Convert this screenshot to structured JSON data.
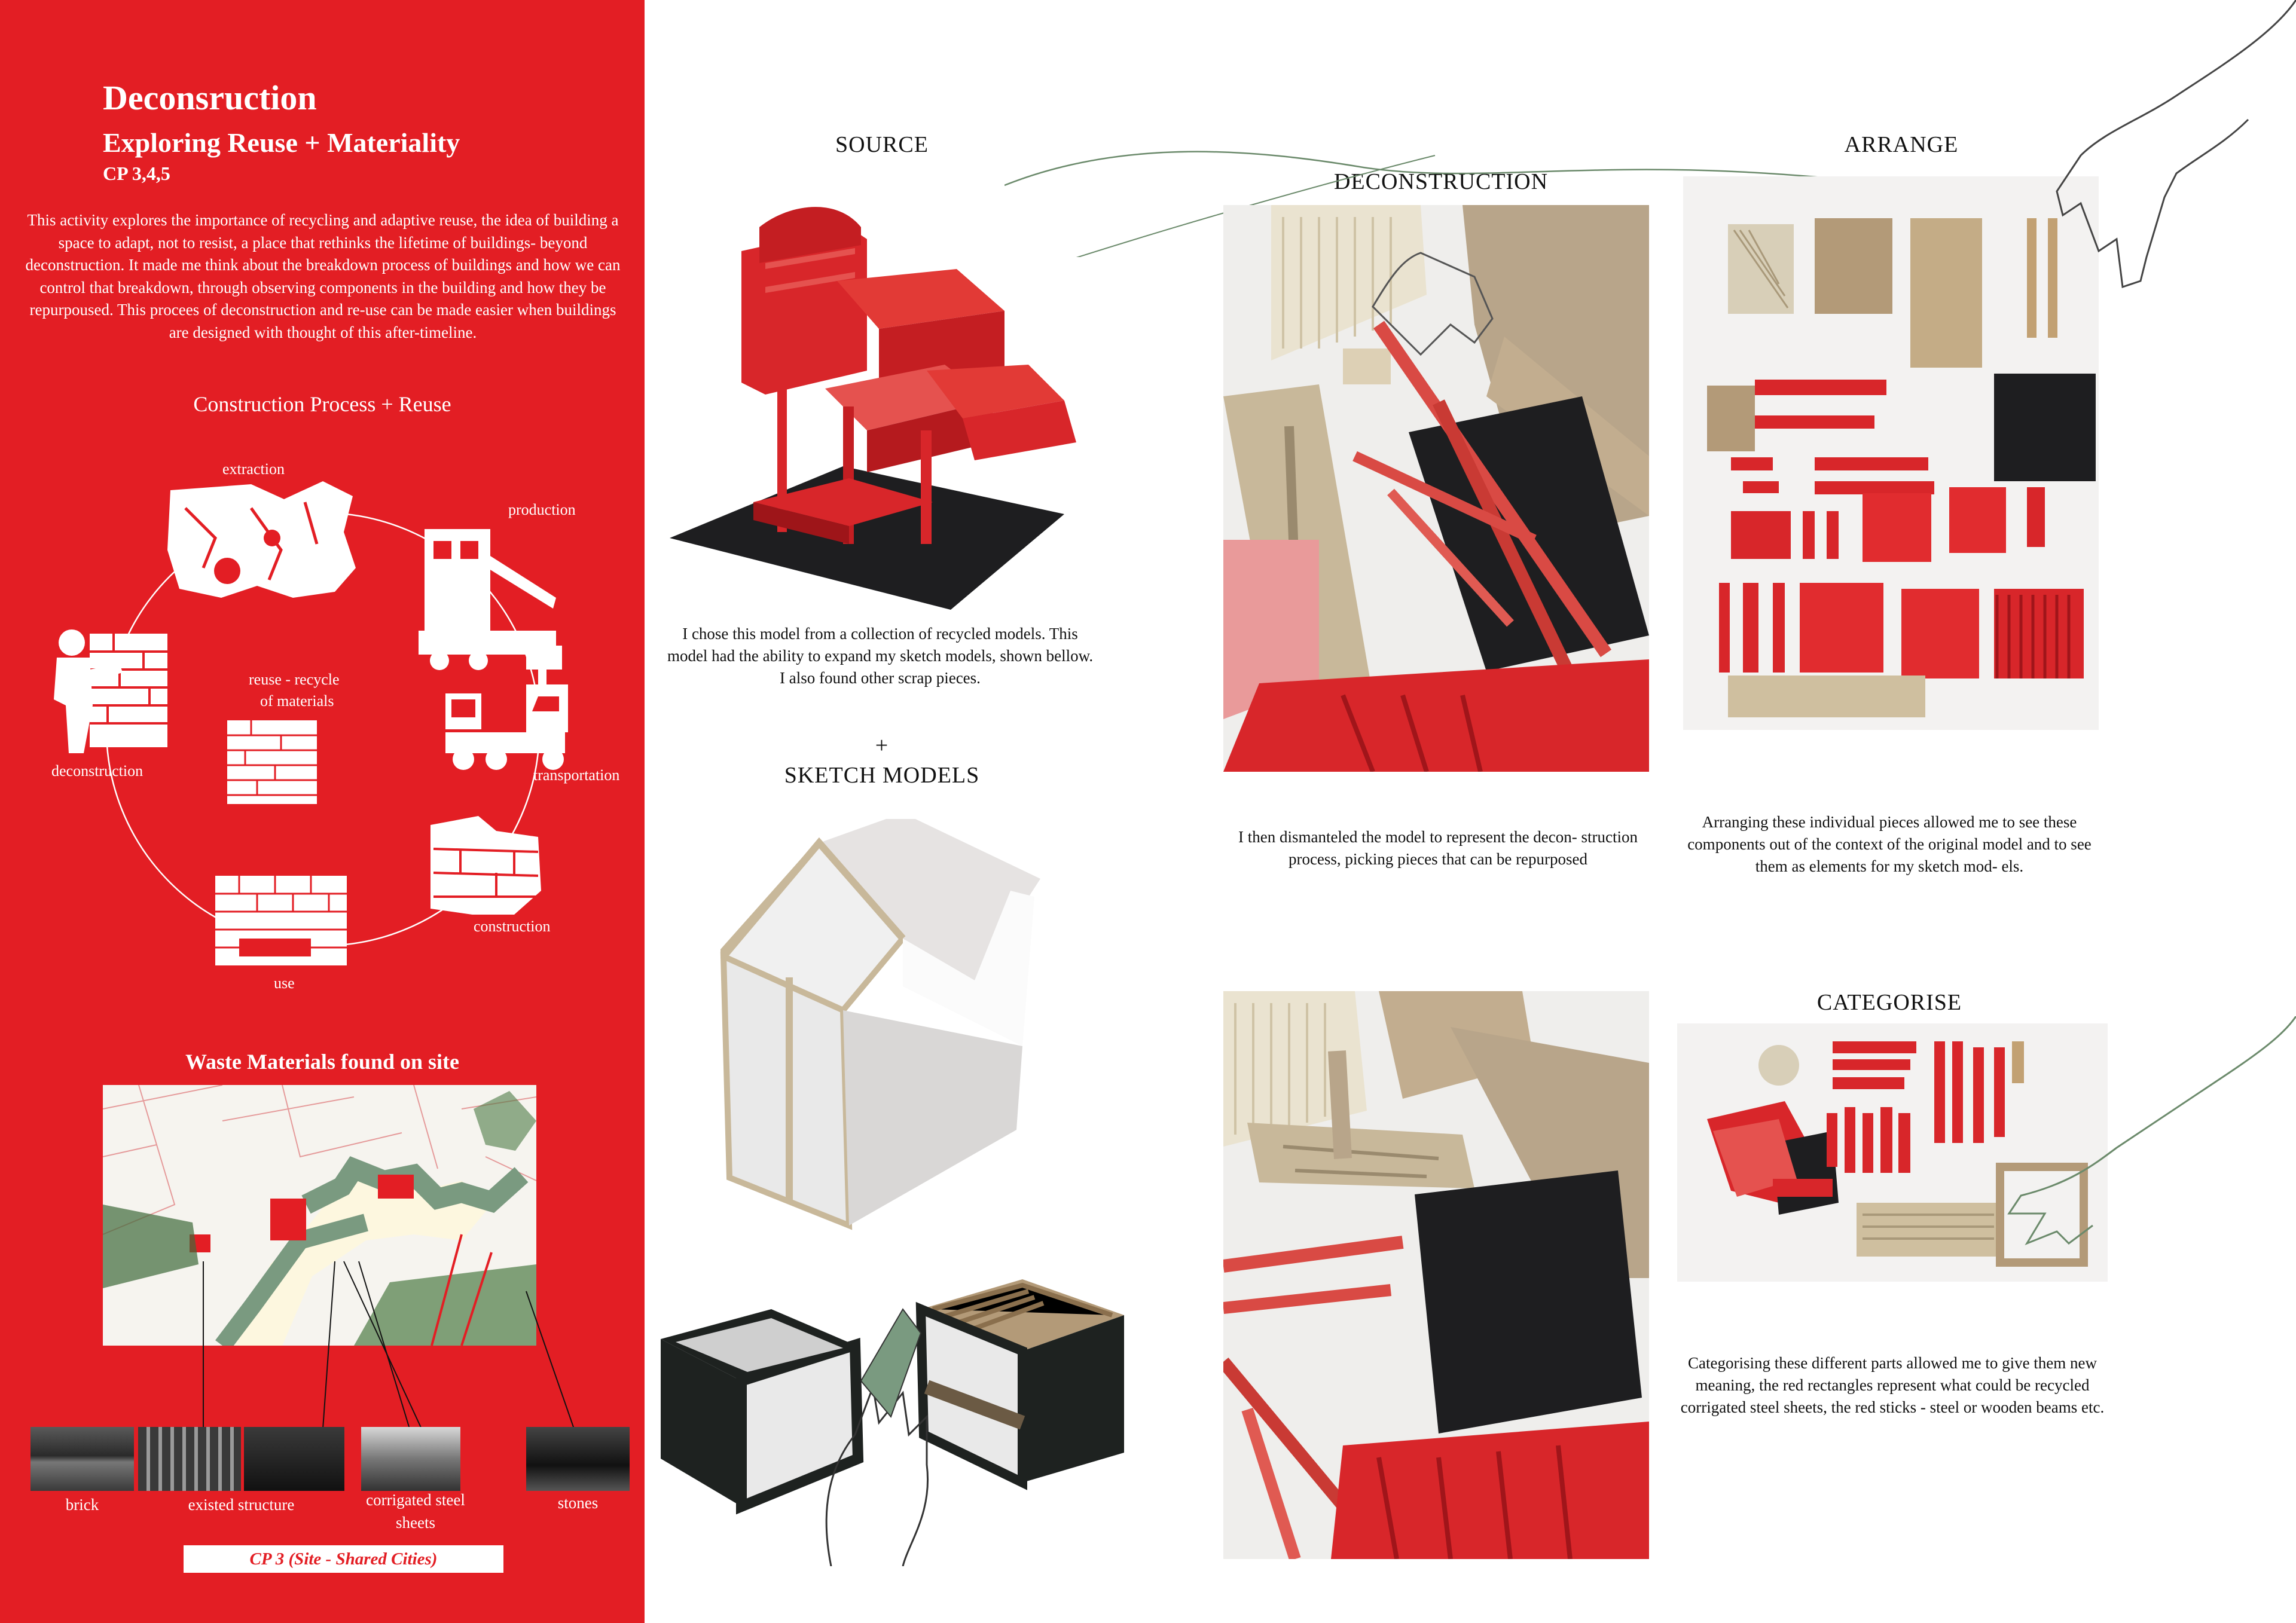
{
  "left": {
    "title": "Deconsruction",
    "subtitle": "Exploring Reuse + Materiality",
    "cp": "CP 3,4,5",
    "intro": "This activity explores the importance of recycling and adaptive reuse, the idea of building a space to adapt, not to resist, a place that rethinks the lifetime of buildings- beyond deconstruction. It made me think about the breakdown process of buildings and how we can control that breakdown, through observing components in the building and how they be repurpoused. This procees of deconstruction and re-use can be made easier when buildings are designed with thought of this after-timeline.",
    "process_heading": "Construction Process + Reuse",
    "cycle": {
      "extraction": "extraction",
      "production": "production",
      "transportation": "transportation",
      "construction": "construction",
      "use": "use",
      "deconstruction": "deconstruction",
      "reuse_line1": "reuse - recycle",
      "reuse_line2": "of materials"
    },
    "waste_heading": "Waste Materials found on site",
    "thumbs": {
      "brick": "brick",
      "existed": "existed structure",
      "steel_line1": "corrigated steel",
      "steel_line2": "sheets",
      "stones": "stones"
    },
    "footer": "CP 3 (Site - Shared Cities)"
  },
  "right": {
    "source_title": "SOURCE",
    "source_caption": "I chose this model from a collection of recycled models. This model had the ability to expand my sketch models, shown bellow. I also found other scrap pieces.",
    "plus": "+",
    "sketch_title": "SKETCH MODELS",
    "decon_title": "DECONSTRUCTION",
    "decon_caption": "I then dismanteled the model to represent the decon- struction process, picking pieces that can be repurposed",
    "arrange_title": "ARRANGE",
    "arrange_caption": "Arranging these individual pieces allowed me to see these components out of the context of the original model and to see them as elements for my sketch mod- els.",
    "categorise_title": "CATEGORISE",
    "categorise_caption": "Categorising these different parts allowed me to give them new meaning, the red rectangles represent what could be recycled corrigated steel sheets, the red sticks - steel or wooden beams etc."
  },
  "colors": {
    "red_panel": "#e31e24",
    "model_red": "#d8262a",
    "cardboard": "#c8b89a",
    "black_sheet": "#1e1e20",
    "map_green": "#7a9a80"
  }
}
